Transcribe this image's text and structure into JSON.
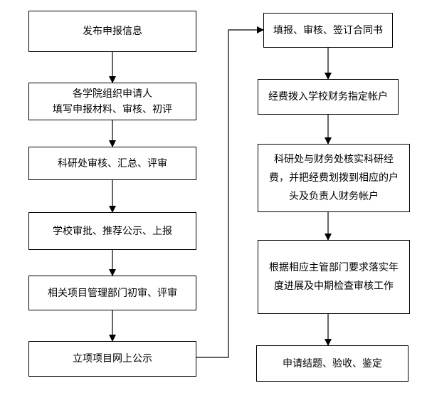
{
  "left_column": [
    {
      "id": "publish",
      "text": "发布申报信息"
    },
    {
      "id": "college",
      "text": "各学院组织申请人\n填写申报材料、审核、初评"
    },
    {
      "id": "research_review",
      "text": "科研处审核、汇总、评审"
    },
    {
      "id": "school_approval",
      "text": "学校审批、推荐公示、上报"
    },
    {
      "id": "dept_review",
      "text": "相关项目管理部门初审、评审"
    },
    {
      "id": "online_notice",
      "text": "立项项目网上公示"
    }
  ],
  "right_column": [
    {
      "id": "contract",
      "text": "填报、审核、签订合同书"
    },
    {
      "id": "funds_in",
      "text": "经费拨入学校财务指定帐户"
    },
    {
      "id": "funds_transfer",
      "text": "科研处与财务处核实科研经费，并把经费划拨到相应的户头及负责人财务帐户"
    },
    {
      "id": "inspection",
      "text": "根据相应主管部门要求落实年度进展及中期检查审核工作"
    },
    {
      "id": "completion",
      "text": "申请结题、验收、鉴定"
    }
  ]
}
